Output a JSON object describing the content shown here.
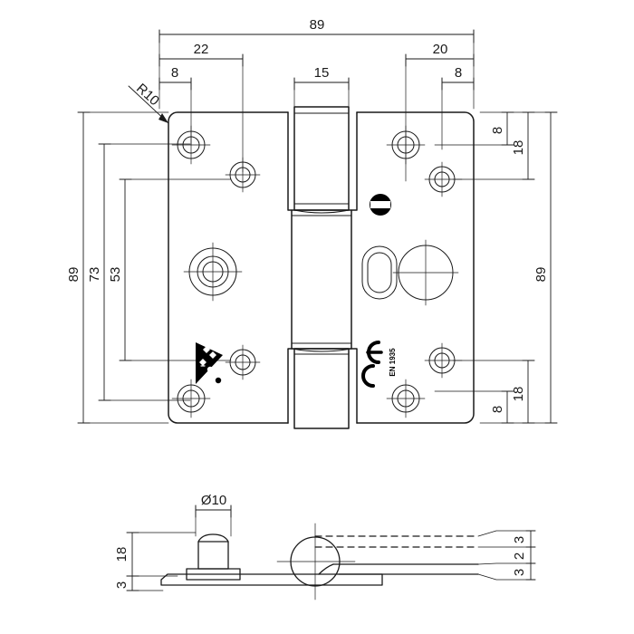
{
  "drawing": {
    "type": "technical-drawing",
    "subject": "door hinge",
    "units": "mm",
    "line_color": "#1a1a1a",
    "background": "#ffffff"
  },
  "front_view": {
    "name": "front-view",
    "overall_width": "89",
    "overall_height_left": "89",
    "overall_height_right": "89",
    "dimensions": {
      "top_overall": "89",
      "top_left_22": "22",
      "top_left_8": "8",
      "top_center_15": "15",
      "top_right_20": "20",
      "top_right_8": "8",
      "left_89": "89",
      "left_73": "73",
      "left_53": "53",
      "right_89": "89",
      "right_upper_18": "18",
      "right_upper_8": "8",
      "right_lower_18": "18",
      "right_lower_8": "8",
      "corner_radius": "R10"
    },
    "markings": {
      "ce_mark": "CE",
      "standard": "EN 1935",
      "manufacturer_logo": "logo-mark",
      "screw_icon": "slotted-screw-icon"
    }
  },
  "section_view": {
    "name": "bottom-section-view",
    "dimensions": {
      "pin_diameter": "Ø10",
      "pin_height": "18",
      "plate_thickness": "3",
      "gap_top": "3",
      "gap_mid": "2",
      "gap_bot": "3"
    }
  }
}
